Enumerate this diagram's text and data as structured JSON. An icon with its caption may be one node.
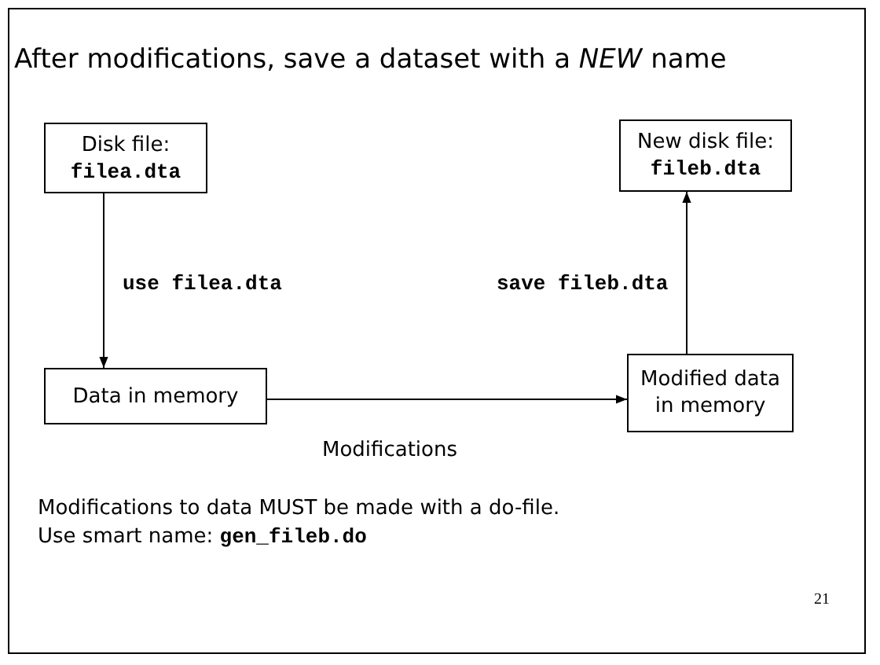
{
  "diagram": {
    "title": "After modifications, save a dataset with a *NEW* name",
    "nodes": [
      {
        "text": [
          "Disk file:",
          "filea.dta"
        ]
      },
      {
        "text": [
          "New disk file:",
          "fileb.dta"
        ]
      },
      {
        "text": [
          "Data in memory"
        ]
      },
      {
        "text": [
          "Modified data in memory"
        ]
      }
    ],
    "edges": [
      {
        "from": 0,
        "to": 2,
        "arrow": "to",
        "label": "use filea.dta"
      },
      {
        "from": 3,
        "to": 1,
        "arrow": "to",
        "label": "save fileb.dta"
      },
      {
        "from": 2,
        "to": 3,
        "arrow": "to",
        "label": "Modifications"
      }
    ],
    "labels": [
      "Modifications to data MUST be made with a do-file.",
      "Use smart name: **gen_fileb.do**",
      "21"
    ]
  }
}
